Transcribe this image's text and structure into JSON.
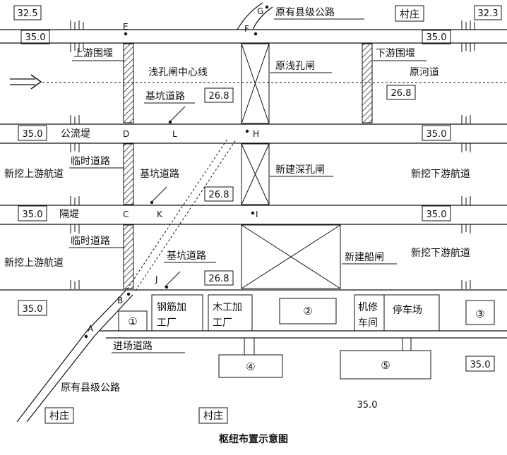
{
  "caption": "枢纽布置示意图",
  "elevations": {
    "top_left": "32.5",
    "top_right": "32.3",
    "embank_top_left": "35.0",
    "embank_top_right": "35.0",
    "pit1": "26.8",
    "pit1_right": "26.8",
    "gongliu_left": "35.0",
    "gongliu_right": "35.0",
    "pit2": "26.8",
    "gedi_left": "35.0",
    "gedi_right": "35.0",
    "pit3": "26.8",
    "site_left": "35.0",
    "site_right_box": "35.0",
    "site_bottom": "35.0"
  },
  "labels": {
    "original_county_road_top": "原有县级公路",
    "village_top": "村庄",
    "upstream_cofferdam": "上游围堰",
    "downstream_cofferdam": "下游围堰",
    "shallow_sluice_centerline": "浅孔闸中心线",
    "original_shallow_sluice": "原浅孔闸",
    "original_river": "原河道",
    "pit_road_1": "基坑道路",
    "gongliu_dike": "公流堤",
    "temp_road_1": "临时道路",
    "pit_road_2": "基坑道路",
    "new_deep_sluice": "新建深孔闸",
    "new_upstream_channel_1": "新挖上游航道",
    "new_downstream_channel_1": "新挖下游航道",
    "separation_dike": "隔堤",
    "temp_road_2": "临时道路",
    "pit_road_3": "基坑道路",
    "new_ship_lock": "新建船闸",
    "new_upstream_channel_2": "新挖上游航道",
    "new_downstream_channel_2": "新挖下游航道",
    "rebar_shop_1": "钢筋加",
    "rebar_shop_2": "工厂",
    "carpentry_shop_1": "木工加",
    "carpentry_shop_2": "工厂",
    "repair_shop_1": "机修",
    "repair_shop_2": "车间",
    "parking": "停车场",
    "access_road": "进场道路",
    "original_county_road_bottom": "原有县级公路",
    "village_bottom_left": "村庄",
    "village_bottom_mid": "村庄",
    "circle_1": "①",
    "circle_2": "②",
    "circle_3": "③",
    "circle_4": "④",
    "circle_5": "⑤"
  },
  "points": {
    "A": "A",
    "B": "B",
    "C": "C",
    "D": "D",
    "E": "E",
    "F": "F",
    "G": "G",
    "H": "H",
    "I": "I",
    "J": "J",
    "K": "K",
    "L": "L"
  }
}
